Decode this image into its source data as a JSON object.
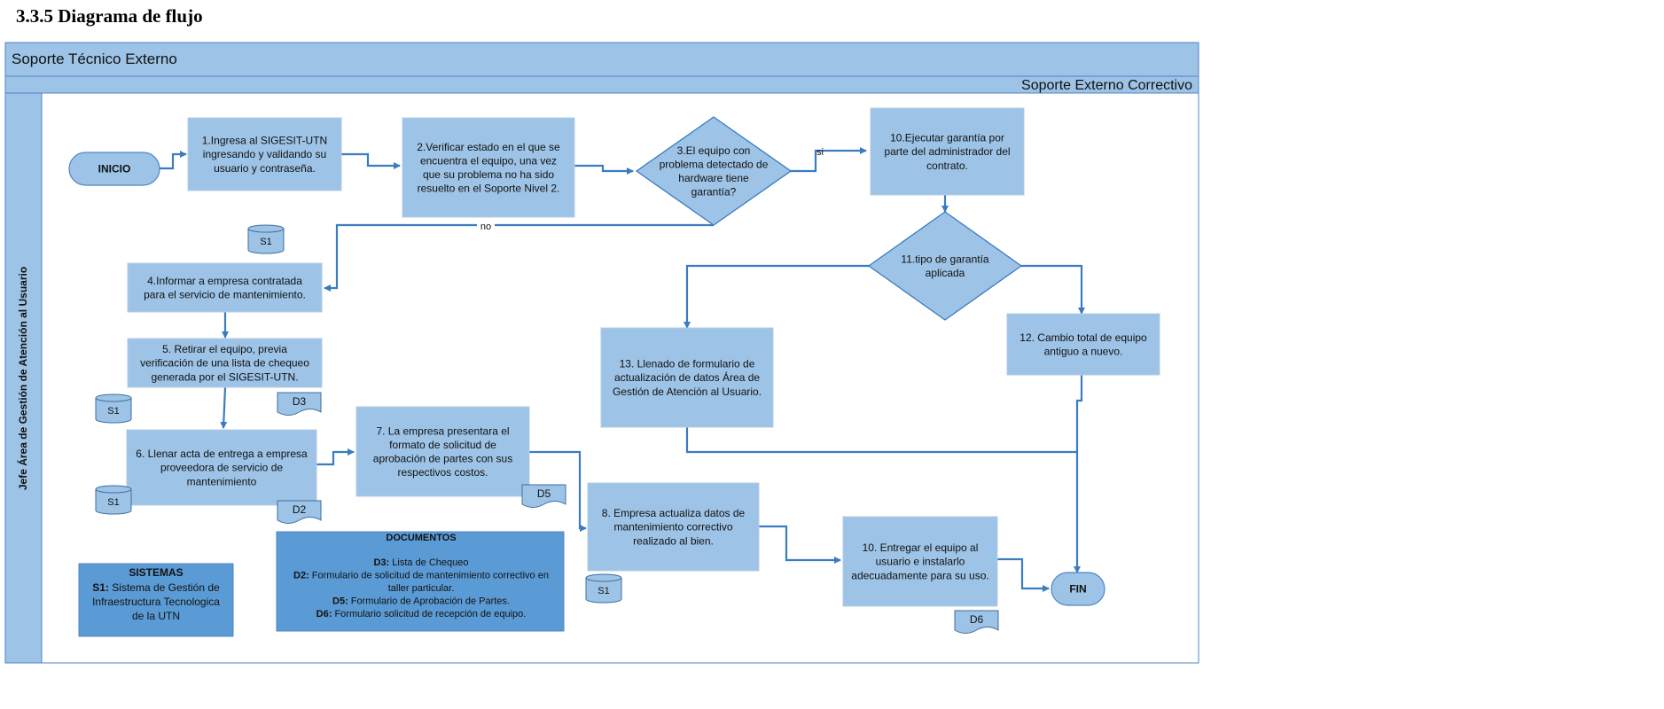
{
  "heading": "3.3.5 Diagrama de flujo",
  "pool_title": "Soporte Técnico Externo",
  "subprocess_title": "Soporte Externo Correctivo",
  "lane_label": "Jefe Área de Gestión de Atención al Usuario",
  "start": "INICIO",
  "end": "FIN",
  "steps": {
    "s1": [
      "1.Ingresa al SIGESIT-UTN",
      "ingresando y validando su",
      "usuario y contraseña."
    ],
    "s2": [
      "2.Verificar estado en el que se",
      "encuentra el equipo, una vez",
      "que su problema no ha sido",
      "resuelto en el Soporte Nivel 2."
    ],
    "s3": [
      "3.El equipo con",
      "problema detectado de",
      "hardware tiene",
      "garantía?"
    ],
    "s10a": [
      "10.Ejecutar garantía por",
      "parte del administrador del",
      "contrato."
    ],
    "s11": [
      "11.tipo de garantía",
      "aplicada"
    ],
    "s12": [
      "12. Cambio total de equipo",
      "antiguo a nuevo."
    ],
    "s13": [
      "13.  Llenado de formulario de",
      "actualización de datos Área de",
      "Gestión de Atención al Usuario."
    ],
    "s4": [
      "4.Informar a empresa contratada",
      "para el servicio de mantenimiento."
    ],
    "s5": [
      "5. Retirar el equipo, previa",
      "verificación de una lista de chequeo",
      "generada por el  SIGESIT-UTN."
    ],
    "s6": [
      "6. Llenar acta de entrega a empresa",
      "proveedora de servicio de",
      "mantenimiento"
    ],
    "s7": [
      "7. La empresa presentara el",
      "formato de solicitud de",
      "aprobación de partes  con sus",
      "respectivos costos."
    ],
    "s8": [
      "8. Empresa actualiza datos de",
      "mantenimiento correctivo",
      "realizado al bien."
    ],
    "s10b": [
      "10. Entregar el equipo al",
      "usuario e instalarlo",
      "adecuadamente para su uso."
    ]
  },
  "branches": {
    "yes": "si",
    "no": "no"
  },
  "store_labels": {
    "s1": "S1"
  },
  "doc_labels": {
    "d2": "D2",
    "d3": "D3",
    "d5": "D5",
    "d6": "D6"
  },
  "sistemas": {
    "title": "SISTEMAS",
    "lines": [
      {
        "code": "S1:",
        "text": " Sistema de Gestión de"
      },
      {
        "code": "",
        "text": "Infraestructura Tecnologica"
      },
      {
        "code": "",
        "text": "de la UTN"
      }
    ]
  },
  "documentos": {
    "title": "DOCUMENTOS",
    "lines": [
      {
        "code": "D3:",
        "text": " Lista de Chequeo"
      },
      {
        "code": "D2:",
        "text": " Formulario de solicitud de mantenimiento correctivo en"
      },
      {
        "code": "",
        "text": "taller particular."
      },
      {
        "code": "D5:",
        "text": " Formulario de Aprobación de Partes."
      },
      {
        "code": "D6:",
        "text": " Formulario solicitud de recepción de equipo."
      }
    ]
  },
  "colors": {
    "band": "#9dc3e6",
    "process": "#9dc3e6",
    "dark_box": "#5b9bd5",
    "stroke": "#4f86c6",
    "line": "#3a7cc0"
  }
}
